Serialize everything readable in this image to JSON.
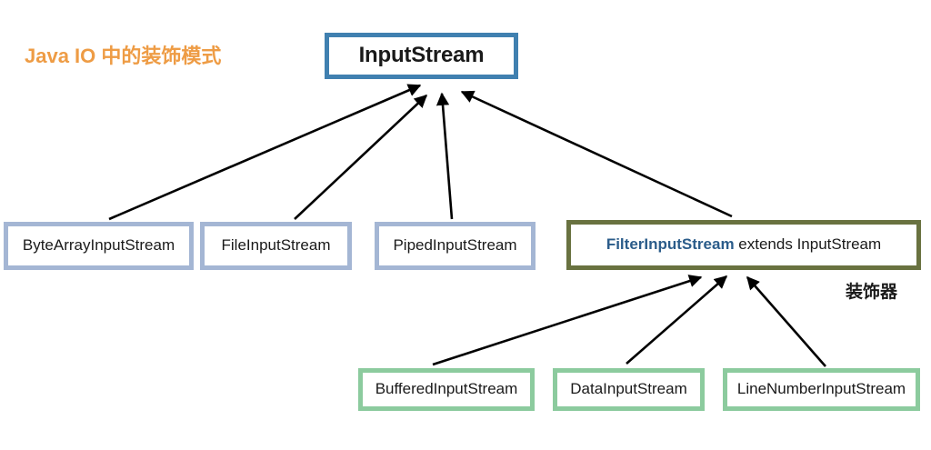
{
  "diagram": {
    "title": "Java IO 中的装饰模式",
    "title_color": "#EE9C45",
    "caption": "装饰器",
    "background": "#FFFFFF"
  },
  "nodes": {
    "root": {
      "label": "InputStream",
      "border_color": "#4080B0"
    },
    "subclasses": [
      {
        "label": "ByteArrayInputStream",
        "border_color": "#A4B6D4"
      },
      {
        "label": "FileInputStream",
        "border_color": "#A4B6D4"
      },
      {
        "label": "PipedInputStream",
        "border_color": "#A4B6D4"
      }
    ],
    "filter": {
      "label_bold": "FilterInputStream",
      "label_rest": " extends InputStream",
      "border_color": "#697240",
      "bold_color": "#2B5C8A"
    },
    "decorators": [
      {
        "label": "BufferedInputStream",
        "border_color": "#8CCB9E"
      },
      {
        "label": "DataInputStream",
        "border_color": "#8CCB9E"
      },
      {
        "label": "LineNumberInputStream",
        "border_color": "#8CCB9E"
      }
    ]
  },
  "edges": {
    "color": "#000000",
    "to_root": [
      "ByteArrayInputStream -> InputStream",
      "FileInputStream -> InputStream",
      "PipedInputStream -> InputStream",
      "FilterInputStream -> InputStream"
    ],
    "to_filter": [
      "BufferedInputStream -> FilterInputStream",
      "DataInputStream -> FilterInputStream",
      "LineNumberInputStream -> FilterInputStream"
    ]
  }
}
